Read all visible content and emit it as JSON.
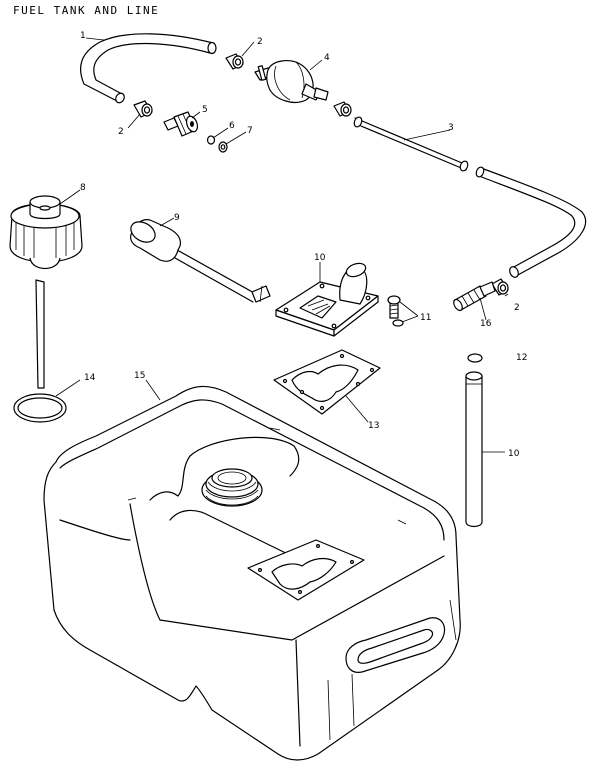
{
  "title": "FUEL TANK AND LINE",
  "callouts": [
    {
      "id": "c1",
      "label": "1"
    },
    {
      "id": "c2a",
      "label": "2"
    },
    {
      "id": "c2b",
      "label": "2"
    },
    {
      "id": "c2c",
      "label": "2"
    },
    {
      "id": "c3",
      "label": "3"
    },
    {
      "id": "c4",
      "label": "4"
    },
    {
      "id": "c5",
      "label": "5"
    },
    {
      "id": "c6",
      "label": "6"
    },
    {
      "id": "c7",
      "label": "7"
    },
    {
      "id": "c8",
      "label": "8"
    },
    {
      "id": "c9",
      "label": "9"
    },
    {
      "id": "c10a",
      "label": "10"
    },
    {
      "id": "c10b",
      "label": "10"
    },
    {
      "id": "c11",
      "label": "11"
    },
    {
      "id": "c12",
      "label": "12"
    },
    {
      "id": "c13",
      "label": "13"
    },
    {
      "id": "c14",
      "label": "14"
    },
    {
      "id": "c15",
      "label": "15"
    },
    {
      "id": "c16",
      "label": "16"
    }
  ]
}
